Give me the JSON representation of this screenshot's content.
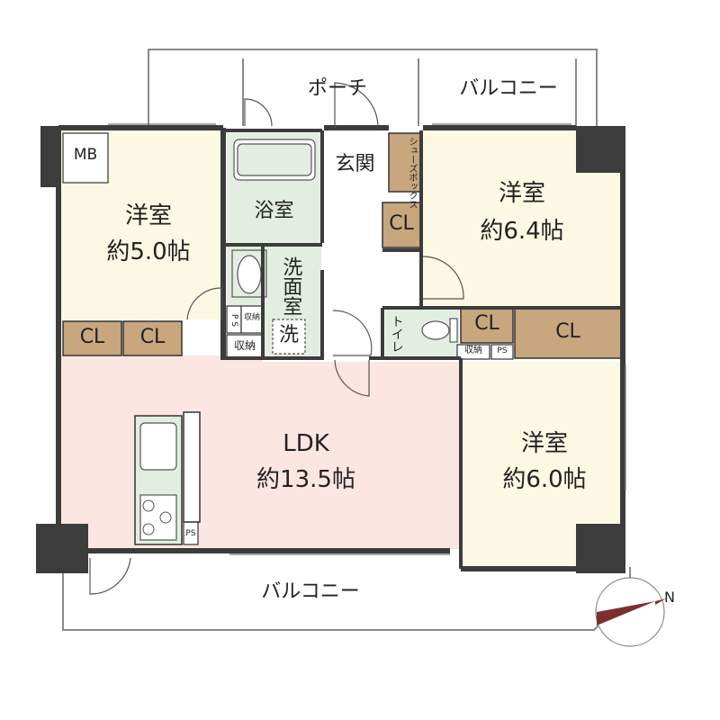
{
  "rooms": {
    "western1": {
      "name": "洋室",
      "size": "約5.0帖"
    },
    "western2": {
      "name": "洋室",
      "size": "約6.4帖"
    },
    "western3": {
      "name": "洋室",
      "size": "約6.0帖"
    },
    "ldk": {
      "name": "LDK",
      "size": "約13.5帖"
    },
    "bath": "浴室",
    "washroom": "洗面室",
    "wash_mark": "洗",
    "entrance": "玄関",
    "toilet": "トイレ",
    "shoebox": "シューズボックス"
  },
  "outdoor": {
    "porch": "ポーチ",
    "balcony_top": "バルコニー",
    "balcony_bottom": "バルコニー"
  },
  "storage": {
    "mb": "MB",
    "cl": "CL",
    "shuno": "収納",
    "ps": "PS",
    "ps_split": "P S"
  },
  "compass": {
    "north": "N"
  },
  "colors": {
    "western": "#fbf8e4",
    "ldk": "#fce6e1",
    "wet": "#e2eee0",
    "closet": "#c8a67e",
    "wall": "#3c3c3c",
    "compass": "#7a3030"
  }
}
